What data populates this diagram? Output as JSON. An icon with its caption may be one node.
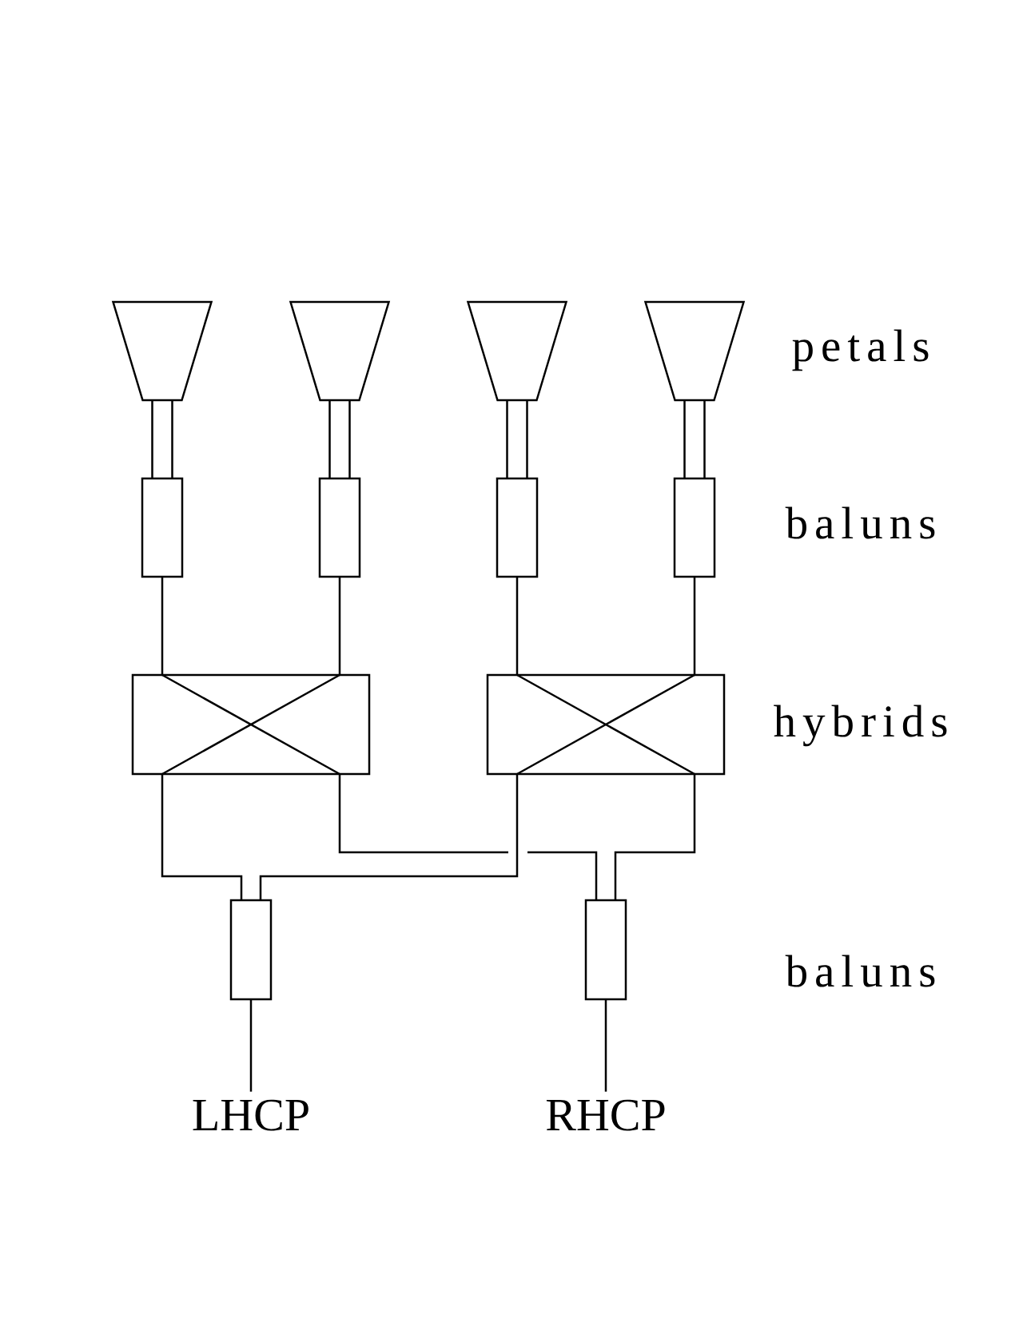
{
  "diagram": {
    "nodes": [
      {
        "text": [],
        "shape": "trapezoid"
      },
      {
        "text": [],
        "shape": "trapezoid"
      },
      {
        "text": [],
        "shape": "trapezoid"
      },
      {
        "text": [],
        "shape": "trapezoid"
      },
      {
        "text": [],
        "shape": "box"
      },
      {
        "text": [],
        "shape": "box"
      },
      {
        "text": [],
        "shape": "box"
      },
      {
        "text": [],
        "shape": "box"
      },
      {
        "text": [],
        "shape": "box"
      },
      {
        "text": [],
        "shape": "box"
      },
      {
        "text": [],
        "shape": "box"
      },
      {
        "text": [],
        "shape": "box"
      },
      {
        "text": [
          "LHCP"
        ]
      },
      {
        "text": [
          "RHCP"
        ]
      }
    ],
    "edges": [
      {
        "from": 0,
        "to": 4,
        "arrow": "none"
      },
      {
        "from": 1,
        "to": 5,
        "arrow": "none"
      },
      {
        "from": 2,
        "to": 6,
        "arrow": "none"
      },
      {
        "from": 3,
        "to": 7,
        "arrow": "none"
      },
      {
        "from": 4,
        "to": 8,
        "arrow": "none"
      },
      {
        "from": 5,
        "to": 8,
        "arrow": "none"
      },
      {
        "from": 6,
        "to": 9,
        "arrow": "none"
      },
      {
        "from": 7,
        "to": 9,
        "arrow": "none"
      },
      {
        "from": 8,
        "to": 10,
        "arrow": "none"
      },
      {
        "from": 9,
        "to": 10,
        "arrow": "none"
      },
      {
        "from": 8,
        "to": 11,
        "arrow": "none"
      },
      {
        "from": 9,
        "to": 11,
        "arrow": "none"
      },
      {
        "from": 10,
        "to": 12,
        "arrow": "none"
      },
      {
        "from": 11,
        "to": 13,
        "arrow": "none"
      }
    ],
    "labels": [
      "petals",
      "baluns",
      "hybrids",
      "baluns"
    ]
  }
}
